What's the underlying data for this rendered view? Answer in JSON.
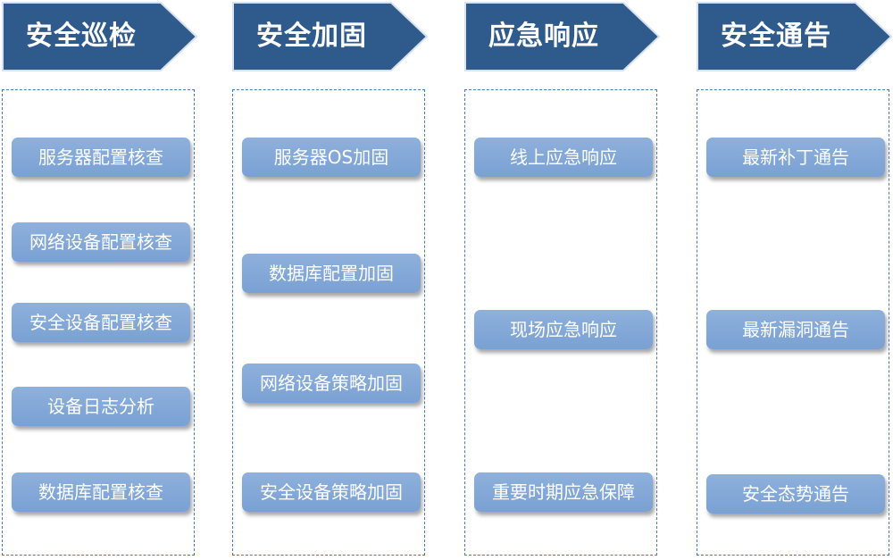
{
  "columns": [
    {
      "title": "安全巡检",
      "items": [
        "服务器配置核查",
        "网络设备配置核查",
        "安全设备配置核查",
        "设备日志分析",
        "数据库配置核查"
      ]
    },
    {
      "title": "安全加固",
      "items": [
        "服务器OS加固",
        "数据库配置加固",
        "网络设备策略加固",
        "安全设备策略加固"
      ]
    },
    {
      "title": "应急响应",
      "items": [
        "线上应急响应",
        "现场应急响应",
        "重要时期应急保障"
      ]
    },
    {
      "title": "安全通告",
      "items": [
        "最新补丁通告",
        "最新漏洞通告",
        "安全态势通告"
      ]
    }
  ],
  "colors": {
    "header_fill": "#2e5a8c",
    "header_border": "#d8e2ef",
    "item_fill": "#7ea5d6",
    "box_border": "#4a7ab8"
  }
}
